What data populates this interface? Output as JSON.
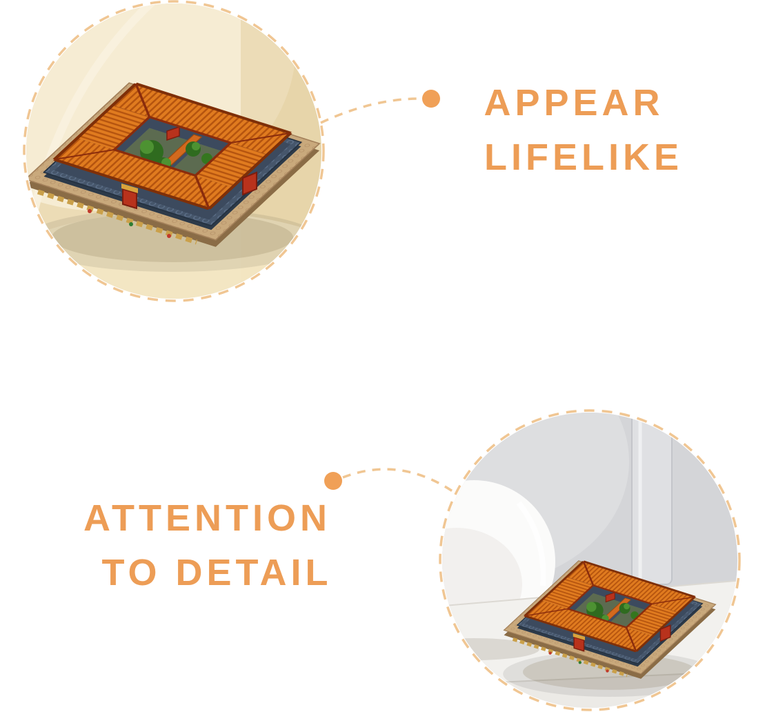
{
  "colors": {
    "headline": "#ED9D56",
    "dashed-line": "#F0C693",
    "connector-dot": "#F0A057"
  },
  "callouts": {
    "lifelike": {
      "line1": "APPEAR",
      "line2": "LIFELIKE"
    },
    "detail": {
      "line1": "ATTENTION",
      "line2": "TO DETAIL"
    }
  }
}
